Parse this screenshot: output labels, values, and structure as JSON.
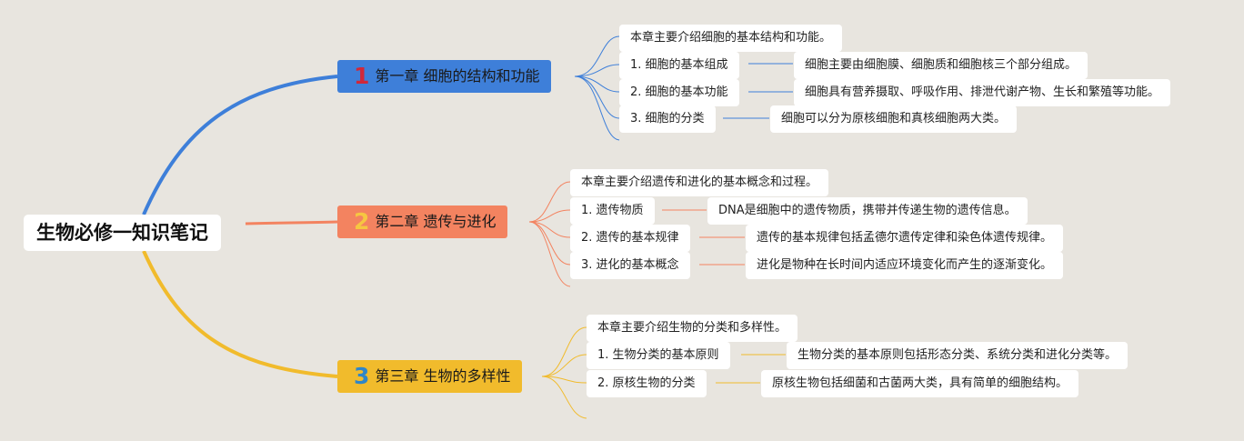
{
  "title": "生物必修一知识笔记",
  "colors": {
    "background": "#e8e5df",
    "chapter1": "#3e7fd9",
    "chapter1_number": "#d0283a",
    "chapter2": "#f38360",
    "chapter2_number": "#f6c641",
    "chapter3": "#f1bb2c",
    "chapter3_number": "#2f86c8"
  },
  "chapters": [
    {
      "number": "1",
      "title": "第一章 细胞的结构和功能",
      "summary": "本章主要介绍细胞的基本结构和功能。",
      "topics": [
        {
          "label": "1. 细胞的基本组成",
          "detail": "细胞主要由细胞膜、细胞质和细胞核三个部分组成。"
        },
        {
          "label": "2. 细胞的基本功能",
          "detail": "细胞具有营养摄取、呼吸作用、排泄代谢产物、生长和繁殖等功能。"
        },
        {
          "label": "3. 细胞的分类",
          "detail": "细胞可以分为原核细胞和真核细胞两大类。"
        }
      ]
    },
    {
      "number": "2",
      "title": "第二章 遗传与进化",
      "summary": "本章主要介绍遗传和进化的基本概念和过程。",
      "topics": [
        {
          "label": "1. 遗传物质",
          "detail": "DNA是细胞中的遗传物质，携带并传递生物的遗传信息。"
        },
        {
          "label": "2. 遗传的基本规律",
          "detail": "遗传的基本规律包括孟德尔遗传定律和染色体遗传规律。"
        },
        {
          "label": "3. 进化的基本概念",
          "detail": "进化是物种在长时间内适应环境变化而产生的逐渐变化。"
        }
      ]
    },
    {
      "number": "3",
      "title": "第三章 生物的多样性",
      "summary": "本章主要介绍生物的分类和多样性。",
      "topics": [
        {
          "label": "1. 生物分类的基本原则",
          "detail": "生物分类的基本原则包括形态分类、系统分类和进化分类等。"
        },
        {
          "label": "2. 原核生物的分类",
          "detail": "原核生物包括细菌和古菌两大类，具有简单的细胞结构。"
        }
      ]
    }
  ]
}
